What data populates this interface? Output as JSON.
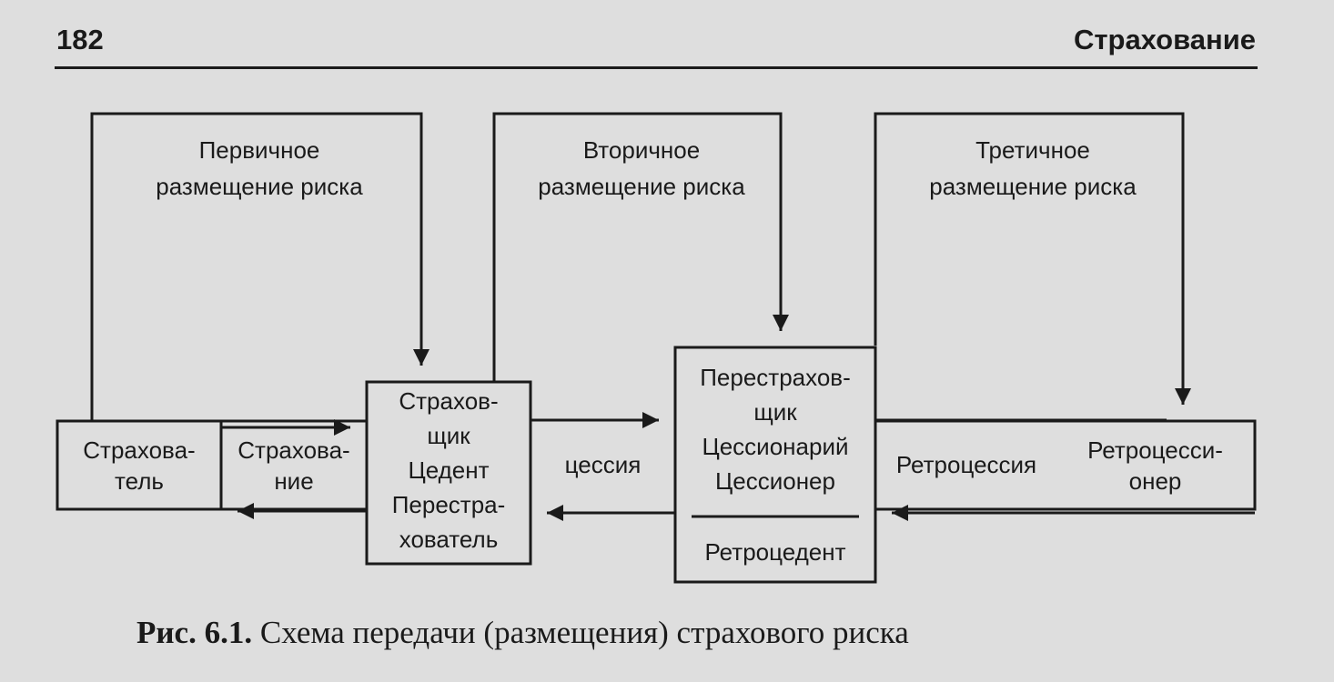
{
  "header": {
    "page_number": "182",
    "running_title": "Страхование"
  },
  "diagram": {
    "boxes": {
      "insured": [
        "Страхова-",
        "тель"
      ],
      "insurance": [
        "Страхова-",
        "ние"
      ],
      "insurer": [
        "Страхов-",
        "щик",
        "Цедент",
        "Перестра-",
        "хователь"
      ],
      "reinsurer": [
        "Перестрахов-",
        "щик",
        "Цессионарий",
        "Цессионер"
      ],
      "reinsurer_bottom": "Ретроцедент",
      "retrocessionaire": [
        "Ретроцесси-",
        "онер"
      ]
    },
    "flows": {
      "primary": [
        "Первичное",
        "размещение риска"
      ],
      "secondary": [
        "Вторичное",
        "размещение риска"
      ],
      "tertiary": [
        "Третичное",
        "размещение риска"
      ],
      "cession": "цессия",
      "retrocession": "Ретроцессия"
    }
  },
  "caption": {
    "number": "Рис. 6.1.",
    "text": "Схема передачи (размещения) страхового риска"
  },
  "colors": {
    "line": "#1a1a1a",
    "paper": "#dedede"
  }
}
